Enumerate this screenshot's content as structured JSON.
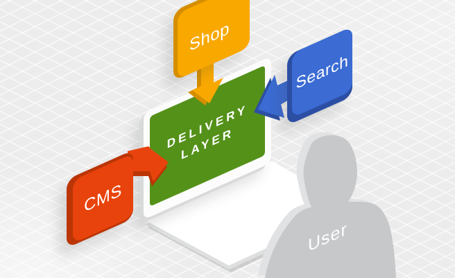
{
  "nodes": {
    "shop": {
      "label": "Shop"
    },
    "search": {
      "label": "Search"
    },
    "cms": {
      "label": "CMS"
    },
    "delivery_layer": {
      "line1": "DELIVERY",
      "line2": "LAYER"
    },
    "user": {
      "label": "User"
    }
  },
  "colors": {
    "shop": "#F9A800",
    "shop_edge": "#D68E00",
    "search": "#3B6BD3",
    "search_edge": "#2C4FA4",
    "cms": "#E8430C",
    "cms_edge": "#BB3506",
    "delivery_layer": "#549119",
    "user": "#C6C8CA",
    "user_highlight": "#E1E2E4",
    "laptop": "#FFFFFF",
    "laptop_edge": "#DEDFDF",
    "background": "#ECECEC",
    "label_text": "#FFFFFF"
  }
}
